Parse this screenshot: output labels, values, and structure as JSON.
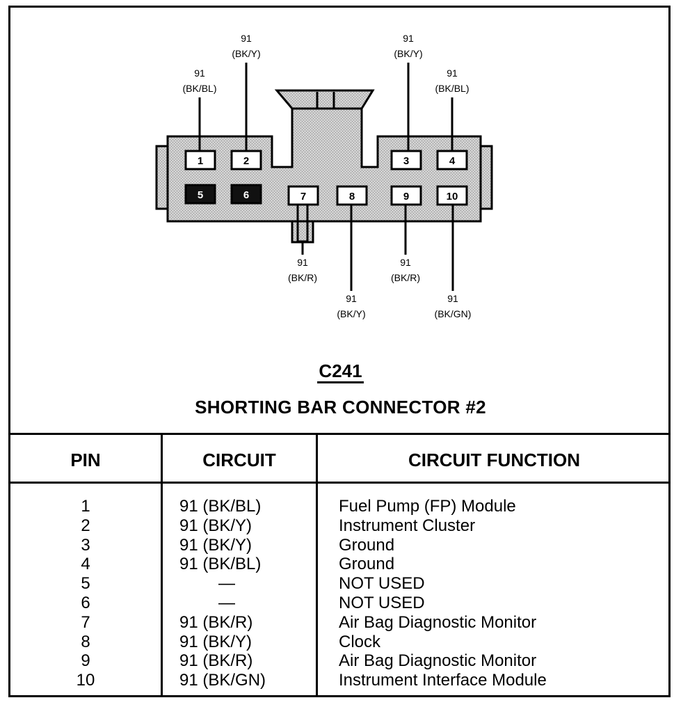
{
  "connector": {
    "id": "C241",
    "title": "SHORTING BAR CONNECTOR #2"
  },
  "pins": [
    {
      "pin": "1",
      "circuit_num": "91",
      "color": "(BK/BL)",
      "filled": false
    },
    {
      "pin": "2",
      "circuit_num": "91",
      "color": "(BK/Y)",
      "filled": false
    },
    {
      "pin": "3",
      "circuit_num": "91",
      "color": "(BK/Y)",
      "filled": false
    },
    {
      "pin": "4",
      "circuit_num": "91",
      "color": "(BK/BL)",
      "filled": false
    },
    {
      "pin": "5",
      "circuit_num": "",
      "color": "",
      "filled": true
    },
    {
      "pin": "6",
      "circuit_num": "",
      "color": "",
      "filled": true
    },
    {
      "pin": "7",
      "circuit_num": "91",
      "color": "(BK/R)",
      "filled": false
    },
    {
      "pin": "8",
      "circuit_num": "91",
      "color": "(BK/Y)",
      "filled": false
    },
    {
      "pin": "9",
      "circuit_num": "91",
      "color": "(BK/R)",
      "filled": false
    },
    {
      "pin": "10",
      "circuit_num": "91",
      "color": "(BK/GN)",
      "filled": false
    }
  ],
  "table": {
    "headers": [
      "PIN",
      "CIRCUIT",
      "CIRCUIT FUNCTION"
    ],
    "rows": [
      {
        "pin": "1",
        "circuit": "91 (BK/BL)",
        "function": "Fuel Pump (FP) Module"
      },
      {
        "pin": "2",
        "circuit": "91 (BK/Y)",
        "function": "Instrument Cluster"
      },
      {
        "pin": "3",
        "circuit": "91 (BK/Y)",
        "function": "Ground"
      },
      {
        "pin": "4",
        "circuit": "91 (BK/BL)",
        "function": "Ground"
      },
      {
        "pin": "5",
        "circuit": "—",
        "function": "NOT USED"
      },
      {
        "pin": "6",
        "circuit": "—",
        "function": "NOT USED"
      },
      {
        "pin": "7",
        "circuit": "91 (BK/R)",
        "function": "Air Bag Diagnostic Monitor"
      },
      {
        "pin": "8",
        "circuit": "91 (BK/Y)",
        "function": "Clock"
      },
      {
        "pin": "9",
        "circuit": "91 (BK/R)",
        "function": "Air Bag Diagnostic Monitor"
      },
      {
        "pin": "10",
        "circuit": "91 (BK/GN)",
        "function": "Instrument Interface Module"
      }
    ]
  }
}
